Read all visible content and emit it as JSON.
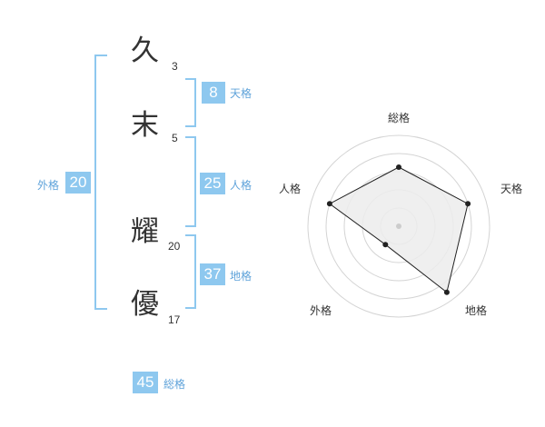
{
  "name_chars": [
    {
      "char": "久",
      "strokes": "3"
    },
    {
      "char": "末",
      "strokes": "5"
    },
    {
      "char": "耀",
      "strokes": "20"
    },
    {
      "char": "優",
      "strokes": "17"
    }
  ],
  "fortunes": {
    "tenkaku": {
      "value": "8",
      "label": "天格"
    },
    "jinkaku": {
      "value": "25",
      "label": "人格"
    },
    "chikaku": {
      "value": "37",
      "label": "地格"
    },
    "gaikaku": {
      "value": "20",
      "label": "外格"
    },
    "soukaku": {
      "value": "45",
      "label": "総格"
    }
  },
  "colors": {
    "accent": "#8ec8ef",
    "label_text": "#5fa3da",
    "radar_fill": "#ececec"
  },
  "chart_data": {
    "type": "radar",
    "axes": [
      "総格",
      "天格",
      "地格",
      "外格",
      "人格"
    ],
    "values": [
      0.65,
      0.8,
      0.9,
      0.25,
      0.8
    ],
    "rings": 5,
    "range": [
      0,
      1
    ],
    "grid": true
  }
}
